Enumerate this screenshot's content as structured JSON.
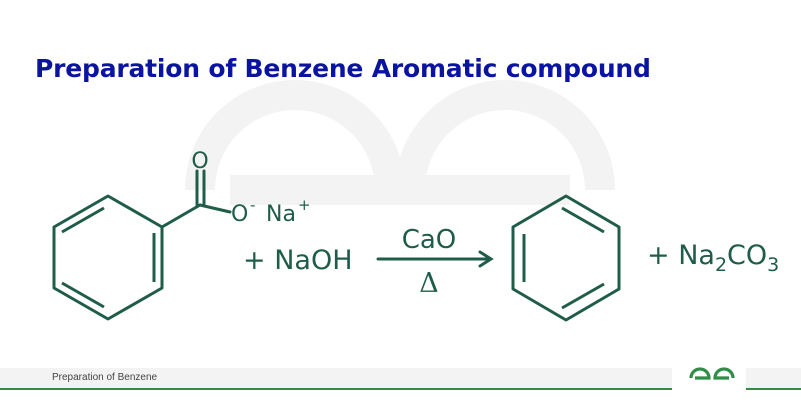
{
  "title": "Preparation of Benzene Aromatic compound",
  "scheme": {
    "carbonyl_oxygen": "O",
    "carboxylate_oxygen": "O",
    "oxygen_charge": "-",
    "sodium_ion": "Na",
    "sodium_charge": "+",
    "reagent": "+ NaOH",
    "arrow_top": "CaO",
    "arrow_bottom": "Δ",
    "byproduct_prefix": "+ Na",
    "byproduct_sub1": "2",
    "byproduct_mid": "CO",
    "byproduct_sub2": "3"
  },
  "footer": {
    "caption": "Preparation of Benzene"
  },
  "colors": {
    "title": "#0a14a0",
    "structure": "#1f5c4a",
    "brand_green": "#2f8d46",
    "watermark": "#f2f2f2"
  }
}
